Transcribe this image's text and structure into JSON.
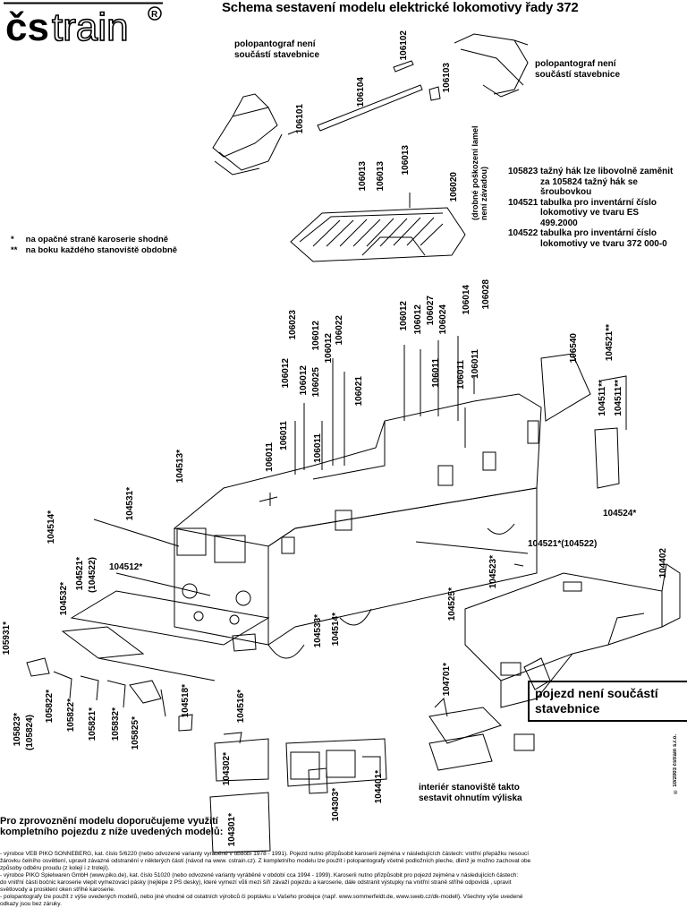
{
  "logo": {
    "text": "čstrain",
    "registered": "®"
  },
  "title": "Schema sestavení modelu elektrické lokomotivy řady 372",
  "notes": {
    "left_pantograph": "polopantograf není součástí stavebnice",
    "right_pantograph": "polopantograf není součástí stavebnice",
    "drobne": "(drobné poškození lamel není závadou)"
  },
  "legend": [
    {
      "symbol": "*",
      "text": "na opačné straně karoserie shodně"
    },
    {
      "symbol": "**",
      "text": "na boku každého stanoviště obdobně"
    }
  ],
  "replacements": [
    {
      "code": "105823",
      "text": "tažný hák lze libovolně zaměnit za 105824 tažný hák se šroubovkou"
    },
    {
      "code": "104521",
      "text": "tabulka pro inventární číslo lokomotivy ve tvaru ES 499.2000"
    },
    {
      "code": "104522",
      "text": "tabulka pro inventární číslo lokomotivy ve tvaru 372 000-0"
    }
  ],
  "parts": {
    "p106102": "106102",
    "p106103": "106103",
    "p106104": "106104",
    "p106101": "106101",
    "p106013a": "106013",
    "p106013b": "106013",
    "p106013c": "106013",
    "p106020": "106020",
    "p106012a": "106012",
    "p106023": "106023",
    "p106012b": "106012",
    "p106022": "106022",
    "p106012c": "106012",
    "p106012d": "106012",
    "p106025": "106025",
    "p106021": "106021",
    "p106011a": "106011",
    "p106011b": "106011",
    "p106011c": "106011",
    "p106012e": "106012",
    "p106012f": "106012",
    "p106027": "106027",
    "p106024": "106024",
    "p106011d": "106011",
    "p106011e": "106011",
    "p106011f": "106011",
    "p106014": "106014",
    "p106028": "106028",
    "p106540": "106540",
    "p104521s": "104521**",
    "p104511a": "104511**",
    "p104511b": "104511**",
    "p104513": "104513*",
    "p104531": "104531*",
    "p104514": "104514*",
    "p104521b": "104521*",
    "p104522b": "(104522)",
    "p104512": "104512*",
    "p104532": "104532*",
    "p104524": "104524*",
    "p104521c": "104521*(104522)",
    "p104523": "104523*",
    "p104525": "104525*",
    "p104402": "104402",
    "p105931": "105931*",
    "p104533": "104533*",
    "p104514b": "104514*",
    "p104701": "104701*",
    "p105822a": "105822*",
    "p105823": "105823*",
    "p105824": "(105824)",
    "p105822b": "105822*",
    "p105821": "105821*",
    "p105832": "105832*",
    "p105825": "105825*",
    "p104518": "104518*",
    "p104516": "104516*",
    "p104302": "104302*",
    "p104301": "104301*",
    "p104303": "104303*",
    "p104401": "104401*"
  },
  "boxed_note": "pojezd není součástí stavebnice",
  "interior_note": "interiér stanoviště takto sestavit ohnutím výliska",
  "bottom_heading": "Pro zprovoznění modelu doporučujeme využití kompletního pojezdu z níže uvedených modelů:",
  "footer_lines": [
    "- výrobce VEB PIKO SONNEBERG, kat. číslo 5/6220 (nebo odvozené varianty vyráběné v období 1978 - 1991). Pojezd nutno přizpůsobit karoserii zejména v následujících částech: vnitřní přepážku nesoucí",
    "žárovku čelního osvětlení, upravit závazné odstranění v některých částí (návod na www. cstrain.cz). Z kompletního modelu lze použít i polopantografy včetně podložních pleche, dlimž je možno zachovat obe",
    "způsoby odběru proudu (z kolejí i z trolejí).",
    "- výrobce PIKO Spielwaren GmbH (www.piko.de), kat. číslo 51020 (nebo odvozené varianty vyráběné v období cca 1994 - 1999). Karoserii nutno přizpůsobit pro pojezd zejména v následujících částech:",
    "do vnitřní části bočnic karoserie vlepit vymezovací pásky (nejlépe z PS desky), které vymezí vůli mezi šíří závaží pojezdu a karoserie, dále odstranit výstupky na vnitřní straně stříhé odpovídá , upravit",
    "světlovody a prosklení oken stříhé karoserie.",
    "- polopantografy lze použít z výše uvedených modelů, nebo jiné vhodné od ostatních výrobců či poptávku u Vašeho prodejce (např. www.sommerfeldt.de, www.sweb.cz/dk-modell). Všechny výše uvedené",
    "odkazy jsou bez záruky."
  ],
  "copyright": "© 10/2003 čstrain s.r.o."
}
